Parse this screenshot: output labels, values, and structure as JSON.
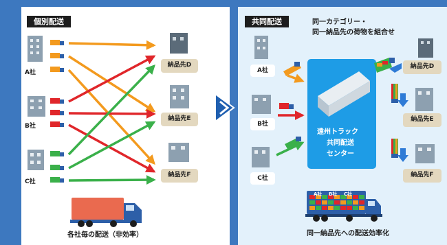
{
  "left": {
    "title": "個別配送",
    "companies": [
      "A社",
      "B社",
      "C社"
    ],
    "destinations": [
      "納品先D",
      "納品先E",
      "納品先F"
    ],
    "caption": "各社毎の配送（非効率）"
  },
  "right": {
    "title": "共同配送",
    "description_line1": "同一カテゴリー・",
    "description_line2": "同一納品先の荷物を組合せ",
    "companies": [
      "A社",
      "B社",
      "C社"
    ],
    "center_line1": "遠州トラック",
    "center_line2": "共同配送",
    "center_line3": "センター",
    "destinations": [
      "納品先D",
      "納品先E",
      "納品先F"
    ],
    "truck_labels": [
      "A社",
      "B社",
      "C社"
    ],
    "caption": "同一納品先への配送効率化"
  },
  "colors": {
    "a_company": "#f39a1e",
    "b_company": "#e0262a",
    "c_company": "#3ab04a",
    "center": "#1e9ce6",
    "delivery_blue": "#2e7bd6",
    "background": "#3d78bf"
  }
}
